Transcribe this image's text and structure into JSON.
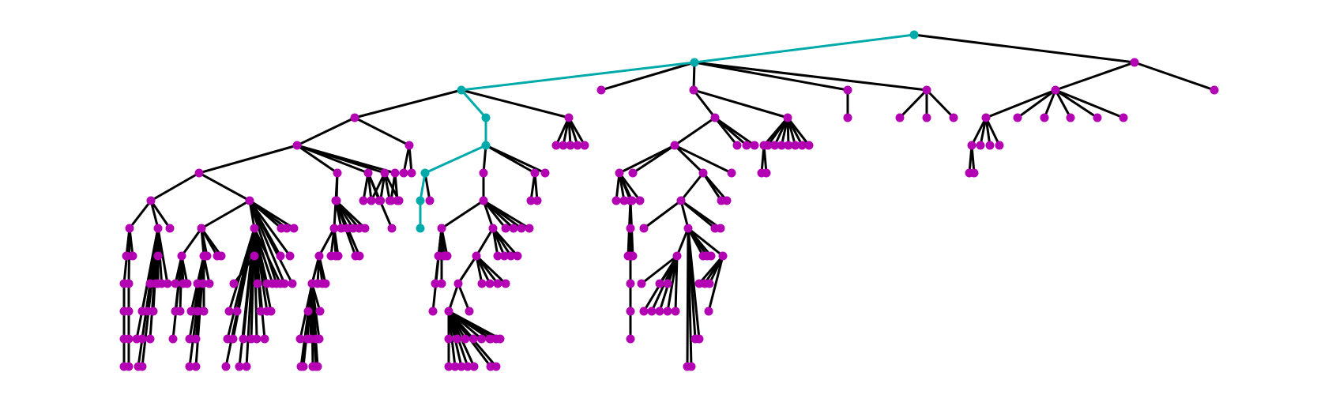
{
  "diagram": {
    "type": "tree",
    "colors": {
      "node": "#b300b3",
      "edge": "#000000",
      "highlight": "#00aaaa",
      "background": "#ffffff"
    },
    "highlighted_path": "root to leaf",
    "depth_levels": 13
  }
}
